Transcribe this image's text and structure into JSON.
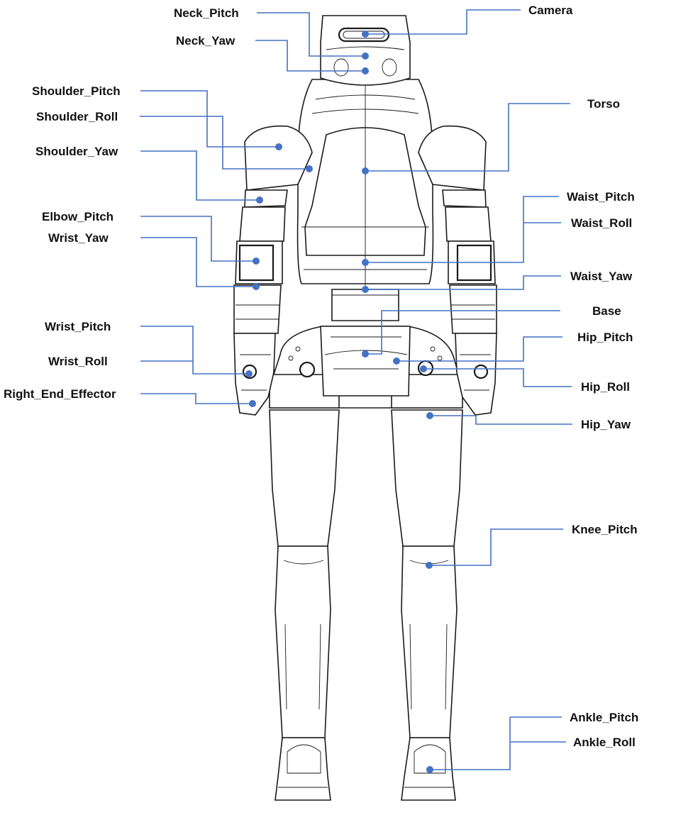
{
  "colors": {
    "leader": "#4472c4",
    "outline": "#1a1a1a",
    "background": "#ffffff"
  },
  "labels": {
    "neck_pitch": "Neck_Pitch",
    "neck_yaw": "Neck_Yaw",
    "camera": "Camera",
    "shoulder_pitch": "Shoulder_Pitch",
    "shoulder_roll": "Shoulder_Roll",
    "shoulder_yaw": "Shoulder_Yaw",
    "torso": "Torso",
    "waist_pitch": "Waist_Pitch",
    "waist_roll": "Waist_Roll",
    "elbow_pitch": "Elbow_Pitch",
    "wrist_yaw": "Wrist_Yaw",
    "waist_yaw": "Waist_Yaw",
    "base": "Base",
    "wrist_pitch": "Wrist_Pitch",
    "hip_pitch": "Hip_Pitch",
    "wrist_roll": "Wrist_Roll",
    "hip_roll": "Hip_Roll",
    "right_end_effector": "Right_End_Effector",
    "hip_yaw": "Hip_Yaw",
    "knee_pitch": "Knee_Pitch",
    "ankle_pitch": "Ankle_Pitch",
    "ankle_roll": "Ankle_Roll"
  }
}
